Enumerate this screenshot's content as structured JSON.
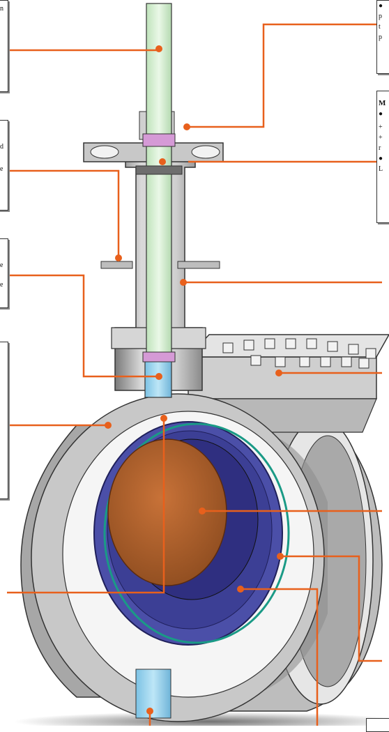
{
  "callouts": {
    "c1": {
      "l1": "n"
    },
    "c2": {
      "l1": "d",
      "l2": "e"
    },
    "c3": {
      "l1": "e",
      "l2": "e"
    },
    "c4": {
      "l1": "●",
      "l2": "p",
      "l3": "t",
      "l4": "p"
    },
    "c5": {
      "l1": "M",
      "l2": "●",
      "l3": "+",
      "l4": "+",
      "l5": "r",
      "l6": "●",
      "l7": "L"
    }
  },
  "colors": {
    "leader": "#e8601c",
    "body_fill": "#d4d4d4",
    "body_dark": "#9a9a9a",
    "stem": "#d9f0d6",
    "stem_lower": "#a8d8ee",
    "packing": "#d59ad6",
    "seat_ring": "#4b4fa8",
    "seat_ring_dark": "#2f2f80",
    "ball_face": "#b5632c",
    "seal_green": "#1a9a86",
    "bolt": "#f2f2f2"
  },
  "icons": [
    "leader-dot-icon"
  ]
}
